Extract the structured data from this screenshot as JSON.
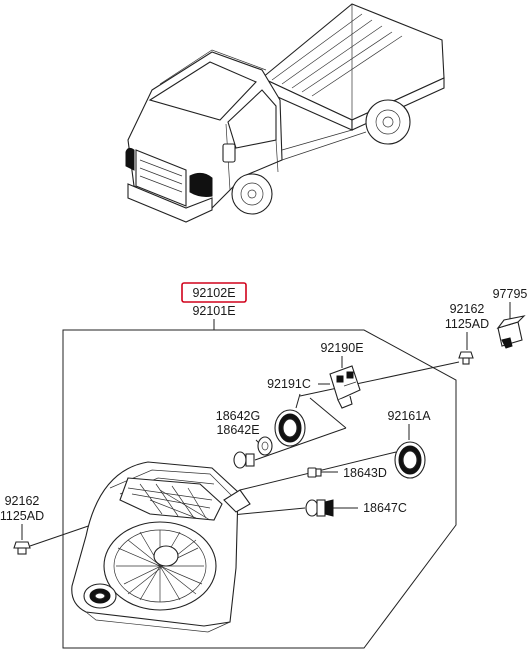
{
  "diagram": {
    "colors": {
      "highlight": "#d0021b",
      "line": "#222222"
    },
    "labels": {
      "assembly_main": "92102E",
      "assembly_alt": "92101E",
      "screw_right_a": "92162",
      "screw_right_b": "1125AD",
      "clip": "97795",
      "socket": "92190E",
      "cap_upper": "92191C",
      "bulb_pos_a": "18642G",
      "bulb_pos_b": "18642E",
      "cap_lower": "92161A",
      "bulb_small": "18643D",
      "bulb_head": "18647C",
      "screw_left_a": "92162",
      "screw_left_b": "1125AD"
    }
  }
}
